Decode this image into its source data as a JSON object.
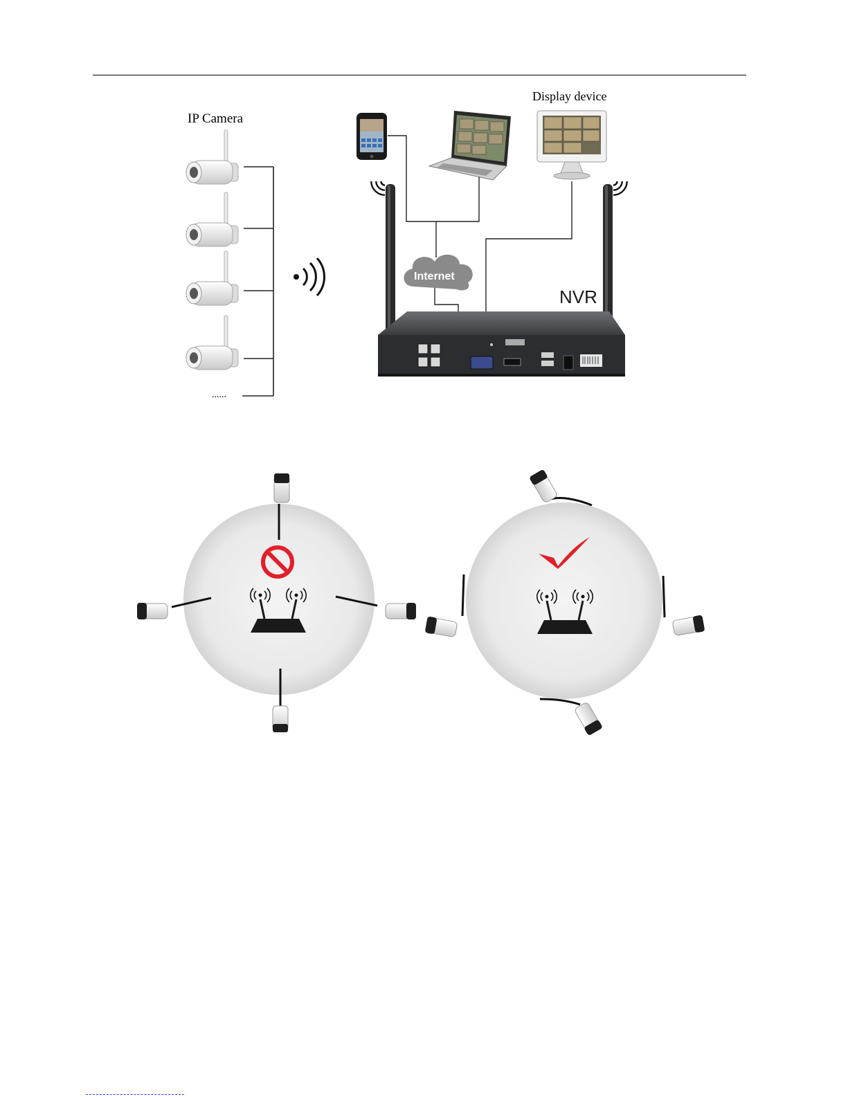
{
  "labels": {
    "ip_camera": "IP Camera",
    "display_device": "Display device",
    "internet": "Internet",
    "nvr": "NVR",
    "more": "......"
  },
  "colors": {
    "circle_fill": "#e8e8e8",
    "prohibited": "#e0202a",
    "check": "#e0202a",
    "device": "#1a1a1a",
    "cloud": "#8a8a8a"
  },
  "placement": {
    "wrong_icon": "prohibited-icon",
    "right_icon": "check-mark-icon"
  }
}
